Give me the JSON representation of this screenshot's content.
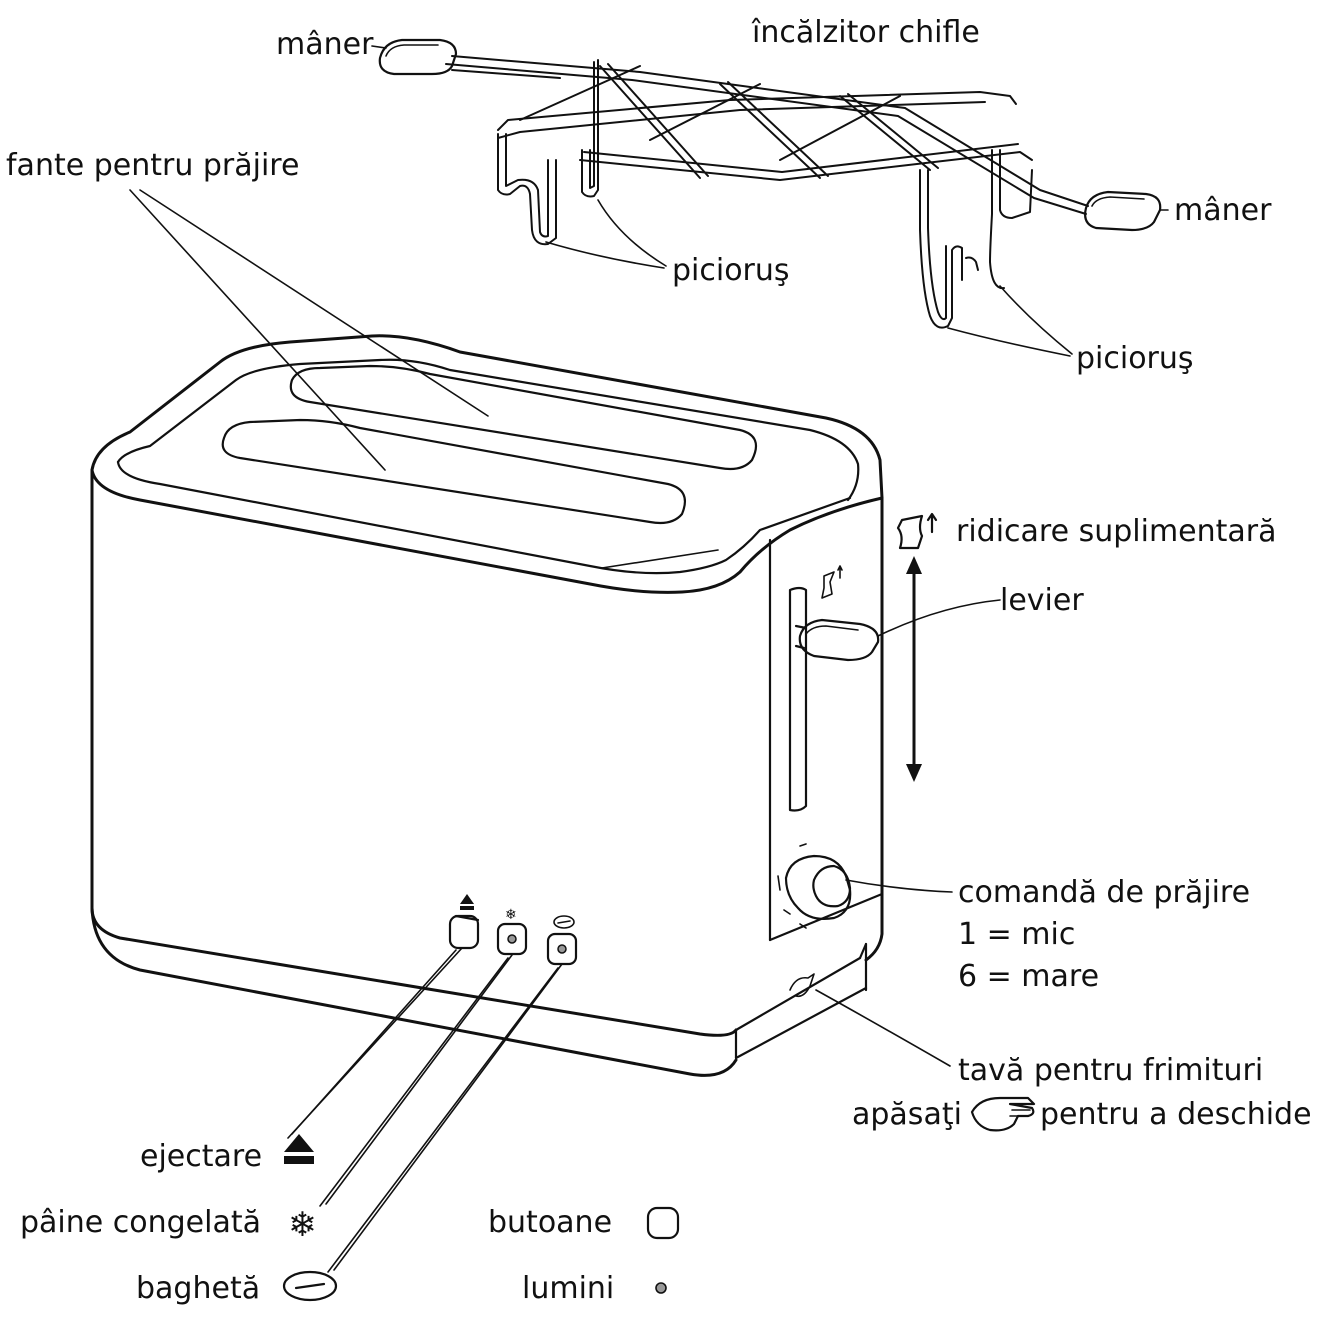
{
  "labels": {
    "bun_warmer": "încălzitor chifle",
    "handle_left": "mâner",
    "handle_right": "mâner",
    "toasting_slots": "fante pentru prăjire",
    "foot_1": "picioruş",
    "foot_2": "picioruş",
    "extra_lift": "ridicare suplimentară",
    "lever": "levier",
    "browning_control": "comandă de prăjire",
    "browning_min": "1 = mic",
    "browning_max": "6 = mare",
    "crumb_tray": "tavă pentru frimituri",
    "press_prefix": "apăsaţi",
    "press_suffix": "pentru a deschide",
    "eject": "ejectare",
    "frozen_bread": "pâine congelată",
    "baguette": "baghetă",
    "buttons": "butoane",
    "lights": "lumini"
  },
  "icons": [
    "eject-icon",
    "snowflake-icon",
    "baguette-icon",
    "button-icon",
    "light-icon",
    "extra-lift-icon",
    "hand-press-icon"
  ],
  "colors": {
    "line": "#111111",
    "background": "#ffffff"
  }
}
